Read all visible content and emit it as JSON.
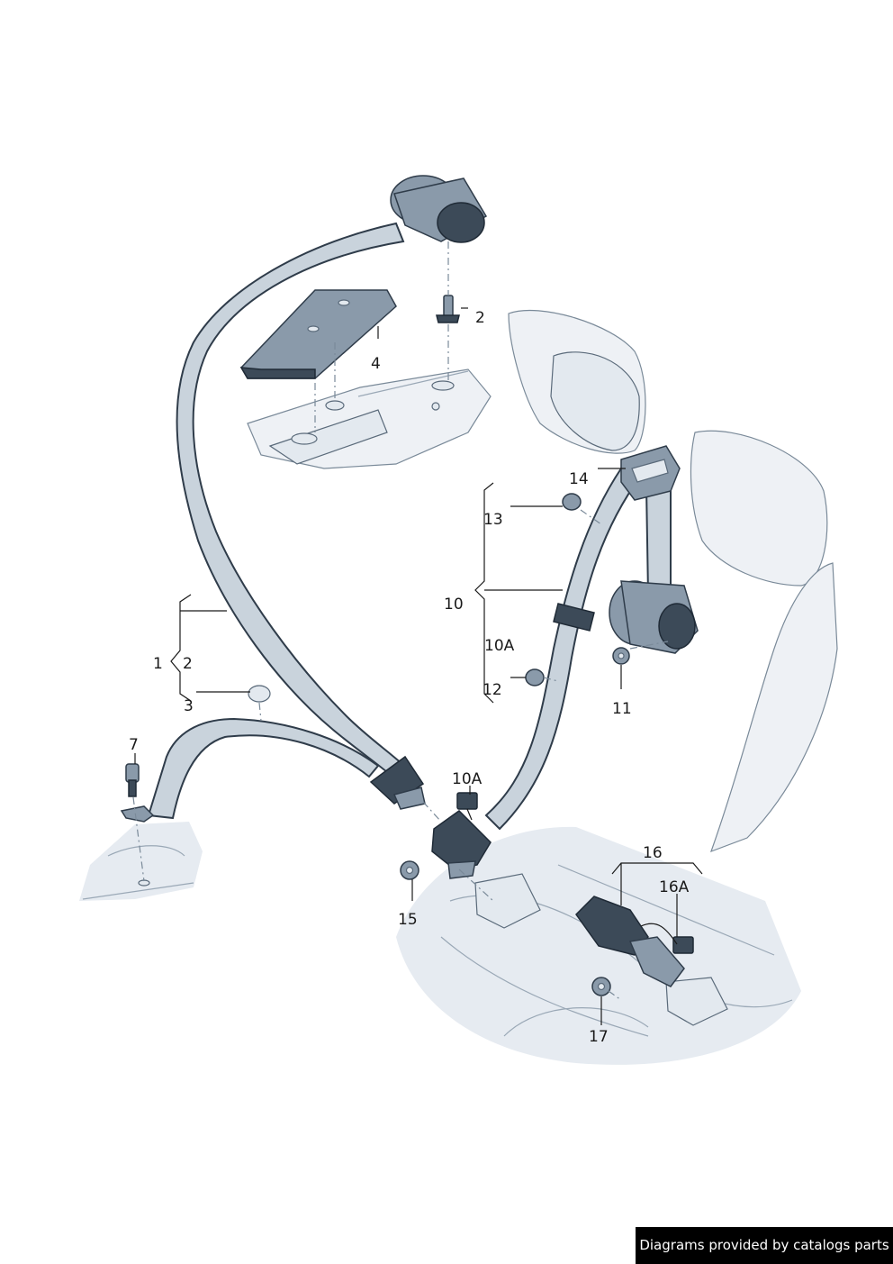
{
  "callouts": {
    "c1": "1",
    "c2_upper": "2",
    "c2_lower": "2",
    "c3": "3",
    "c4": "4",
    "c7": "7",
    "c10": "10",
    "c10A_belt": "10A",
    "c10A_plug": "10A",
    "c11": "11",
    "c12": "12",
    "c13": "13",
    "c14": "14",
    "c15": "15",
    "c16": "16",
    "c16A": "16A",
    "c17": "17"
  },
  "watermark": "Diagrams provided by catalogs parts",
  "colors": {
    "belt_fill": "#c9d3dc",
    "outline": "#2f3c4a",
    "dark_part": "#3c4a58",
    "floor": "#e6ebf1",
    "seat": "#eef1f5"
  }
}
